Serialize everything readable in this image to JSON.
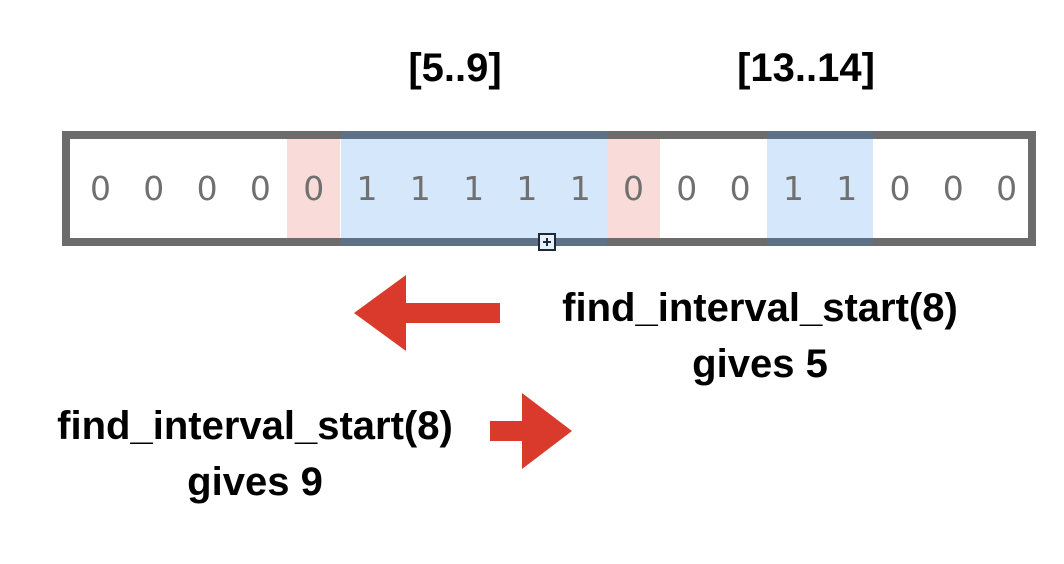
{
  "intervals": [
    {
      "label": "[5..9]"
    },
    {
      "label": "[13..14]"
    }
  ],
  "bits": [
    "0",
    "0",
    "0",
    "0",
    "0",
    "1",
    "1",
    "1",
    "1",
    "1",
    "0",
    "0",
    "0",
    "1",
    "1",
    "0",
    "0",
    "0"
  ],
  "highlights": {
    "boundary_indices": [
      4,
      10
    ],
    "intervals": [
      [
        5,
        9
      ],
      [
        13,
        14
      ]
    ]
  },
  "captions": {
    "left": {
      "call": "find_interval_start(8)",
      "result": "gives 5"
    },
    "right": {
      "call": "find_interval_start(8)",
      "result": "gives 9"
    }
  },
  "colors": {
    "frame": "#6c6c6c",
    "interval_fill": "#d5e8fb",
    "interval_border": "#5e7187",
    "boundary_fill": "#f9dcd9",
    "arrow": "#d93a2b",
    "bit_text": "#707070"
  }
}
